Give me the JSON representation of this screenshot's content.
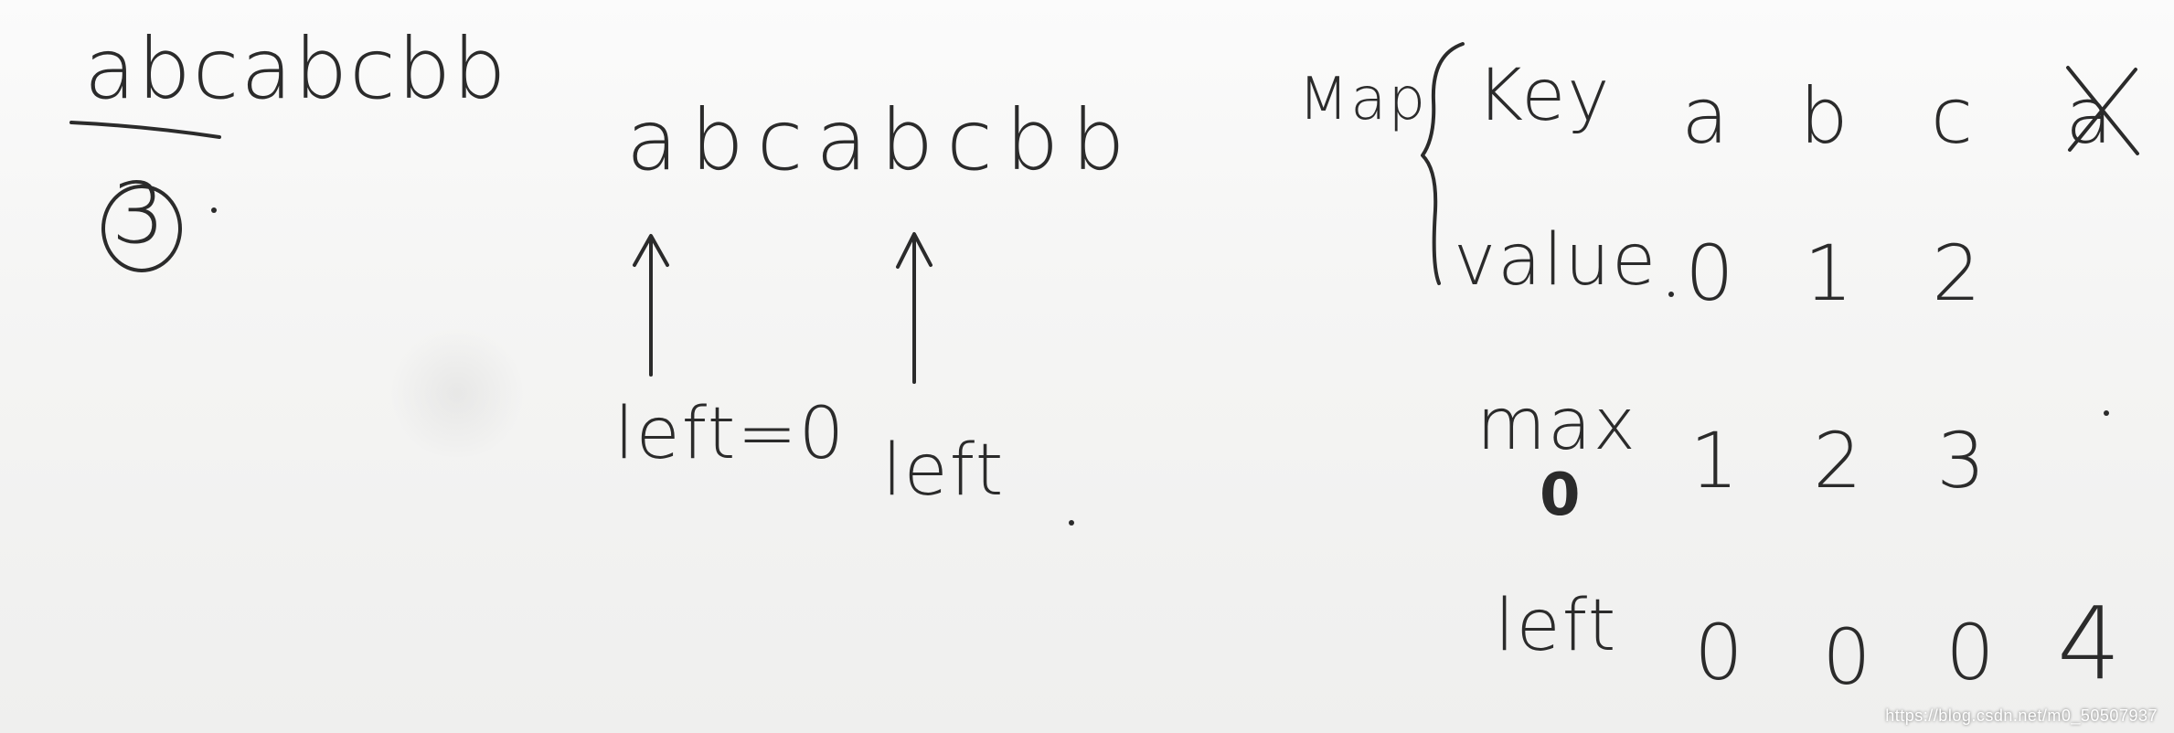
{
  "left_note": {
    "string": "abcabcbb",
    "answer": "3"
  },
  "middle_note": {
    "string": "abcabcbb",
    "label_1": "left=0",
    "label_2": "left"
  },
  "table": {
    "map_label": "Map",
    "row_key": "Key",
    "row_value": "value",
    "row_max": "max",
    "row_left": "left",
    "max_prefix": "0",
    "keys": [
      "a",
      "b",
      "c",
      "a"
    ],
    "values": [
      "0",
      "1",
      "2",
      ""
    ],
    "max": [
      "1",
      "2",
      "3",
      ""
    ],
    "left": [
      "0",
      "0",
      "0",
      "4"
    ]
  },
  "watermark": "https://blog.csdn.net/m0_50507937",
  "colors": {
    "ink": "#2b2b2b",
    "paper": "#f6f6f5"
  }
}
